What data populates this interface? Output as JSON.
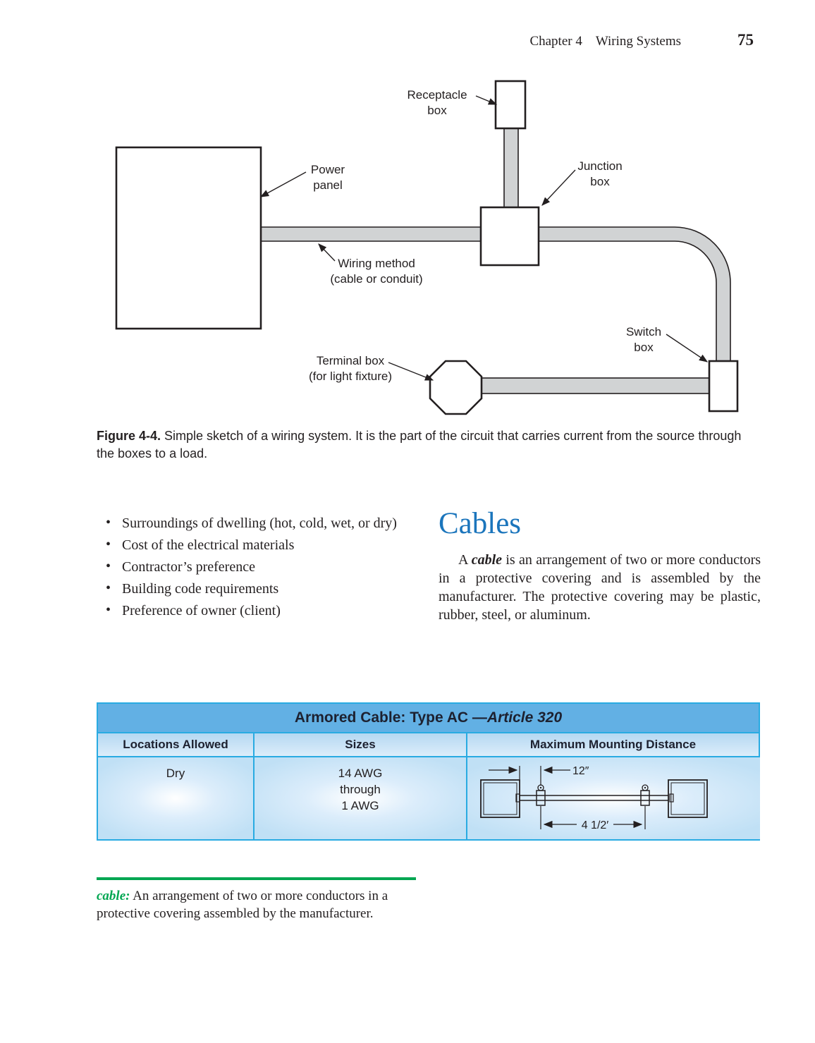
{
  "header": {
    "chapter": "Chapter 4 Wiring Systems",
    "page_number": "75"
  },
  "figure": {
    "labels": {
      "receptacle_1": "Receptacle",
      "receptacle_2": "box",
      "power_1": "Power",
      "power_2": "panel",
      "junction_1": "Junction",
      "junction_2": "box",
      "wiring_1": "Wiring method",
      "wiring_2": "(cable or conduit)",
      "switch_1": "Switch",
      "switch_2": "box",
      "terminal_1": "Terminal box",
      "terminal_2": "(for light fixture)"
    },
    "caption_label": "Figure 4-4.",
    "caption_text": " Simple sketch of a wiring system. It is the part of the circuit that carries current from the source through the boxes to a load."
  },
  "bullets": [
    "Surroundings of dwelling (hot, cold, wet, or dry)",
    "Cost of the electrical materials",
    "Contractor’s preference",
    "Building code requirements",
    "Preference of owner (client)"
  ],
  "section": {
    "heading": "Cables",
    "para_lead": "A ",
    "para_term": "cable",
    "para_rest": " is an arrangement of two or more conductors in a protective covering and is assembled by the manufacturer. The protective covering may be plastic, rubber, steel, or aluminum."
  },
  "table": {
    "title_main": "Armored Cable: Type AC — ",
    "title_em": "Article 320",
    "headers": [
      "Locations Allowed",
      "Sizes",
      "Maximum Mounting Distance"
    ],
    "row": {
      "location": "Dry",
      "sizes": [
        "14 AWG",
        "through",
        "1 AWG"
      ],
      "dim_top": "12″",
      "dim_bottom": "4 1/2′"
    }
  },
  "glossary": {
    "term": "cable:",
    "definition": " An arrangement of two or more conductors in a protective covering assembled by the manufacturer."
  },
  "colors": {
    "ink": "#231f20",
    "accent_blue": "#1b75bc",
    "green": "#00a651",
    "table_border": "#29abe2",
    "table_title_bg": "#62b0e4",
    "conduit_gray": "#d1d3d4"
  }
}
